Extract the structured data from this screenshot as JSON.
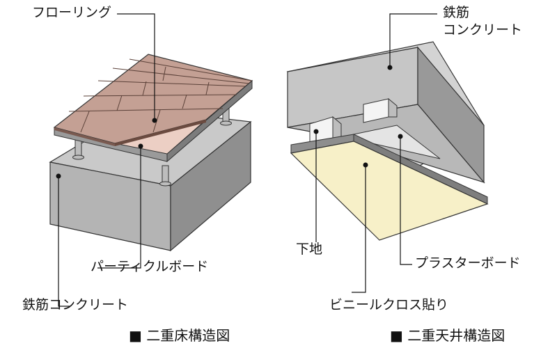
{
  "left": {
    "flooring": "フローリング",
    "particle_board": "パーティクルボード",
    "rc": "鉄筋コンクリート",
    "caption": "■ 二重床構造図"
  },
  "right": {
    "rc_line1": "鉄筋",
    "rc_line2": "コンクリート",
    "substrate": "下地",
    "plasterboard": "プラスターボード",
    "vinyl_cloth": "ビニールクロス貼り",
    "caption": "■ 二重天井構造図"
  },
  "colors": {
    "concrete_top": "#c8c8c8",
    "concrete_side": "#a3a3a3",
    "concrete_dark": "#8c8c8c",
    "flooring": "#c4a094",
    "board": "#eccfc4",
    "ceiling_cloth": "#f7f0c8",
    "plasterboard": "#e3e3e3"
  }
}
